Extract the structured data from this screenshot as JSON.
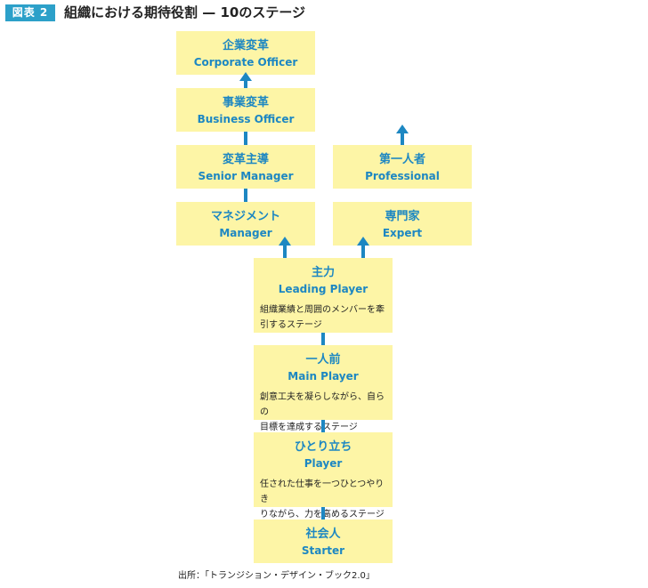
{
  "header": {
    "figure_label": "図表 2",
    "title": "組織における期待役割 — 10のステージ"
  },
  "stages": {
    "corporate_officer": {
      "jp": "企業変革",
      "en": "Corporate Officer"
    },
    "business_officer": {
      "jp": "事業変革",
      "en": "Business Officer"
    },
    "senior_manager": {
      "jp": "変革主導",
      "en": "Senior Manager"
    },
    "manager": {
      "jp": "マネジメント",
      "en": "Manager"
    },
    "professional": {
      "jp": "第一人者",
      "en": "Professional"
    },
    "expert": {
      "jp": "専門家",
      "en": "Expert"
    },
    "leading_player": {
      "jp": "主力",
      "en": "Leading Player",
      "desc_line1": "組織業績と周囲のメンバーを牽",
      "desc_line2": "引するステージ"
    },
    "main_player": {
      "jp": "一人前",
      "en": "Main Player",
      "desc_line1": "創意工夫を凝らしながら、自らの",
      "desc_line2": "目標を達成するステージ"
    },
    "player": {
      "jp": "ひとり立ち",
      "en": "Player",
      "desc_line1": "任された仕事を一つひとつやりき",
      "desc_line2": "りながら、力を高めるステージ"
    },
    "starter": {
      "jp": "社会人",
      "en": "Starter"
    }
  },
  "footer": {
    "source": "出所：「トランジション・デザイン・ブック2.0」"
  },
  "colors": {
    "box_fill": "#fdf5a6",
    "accent": "#1d87c2",
    "badge": "#2ca0c9"
  }
}
